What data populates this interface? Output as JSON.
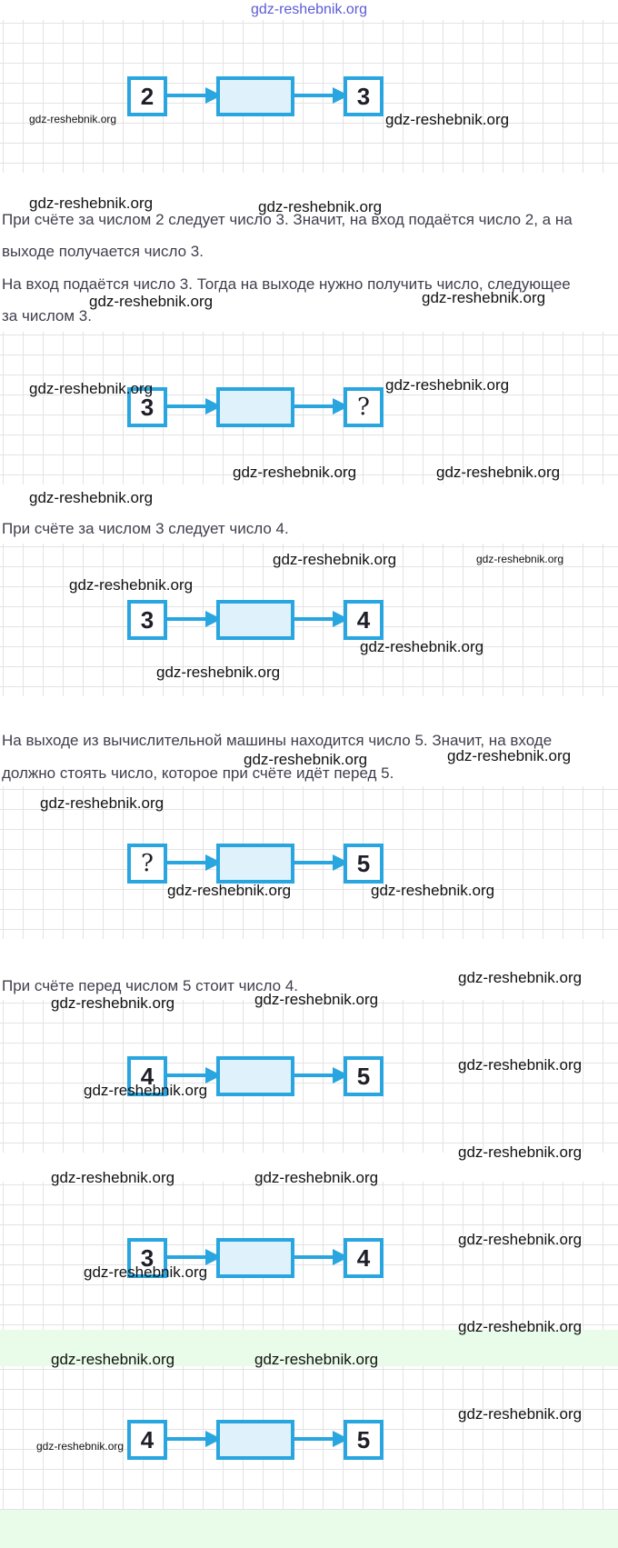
{
  "header": {
    "site": "gdz-reshebnik.org"
  },
  "watermark": "gdz-reshebnik.org",
  "diagrams": [
    {
      "input": "2",
      "output": "3"
    },
    {
      "input": "3",
      "output": "?"
    },
    {
      "input": "3",
      "output": "4"
    },
    {
      "input": "?",
      "output": "5"
    },
    {
      "input": "4",
      "output": "5"
    },
    {
      "input": "3",
      "output": "4"
    },
    {
      "input": "4",
      "output": "5"
    }
  ],
  "paragraphs": {
    "p1_line1": "При счёте за числом 2 следует число 3. Значит, на вход подаётся число 2, а на",
    "p1_line2": "выходе получается число 3.",
    "p2_line1": "На вход подаётся число 3. Тогда на выходе нужно получить число, следующее",
    "p2_line2": "за числом 3.",
    "p3": "При счёте за числом 3 следует число 4.",
    "p4_line1": "На выходе из вычислительной машины находится число 5. Значит, на входе",
    "p4_line2": "должно стоять число, которое при счёте идёт перед 5.",
    "p5": "При счёте перед числом 5 стоит число 4."
  }
}
